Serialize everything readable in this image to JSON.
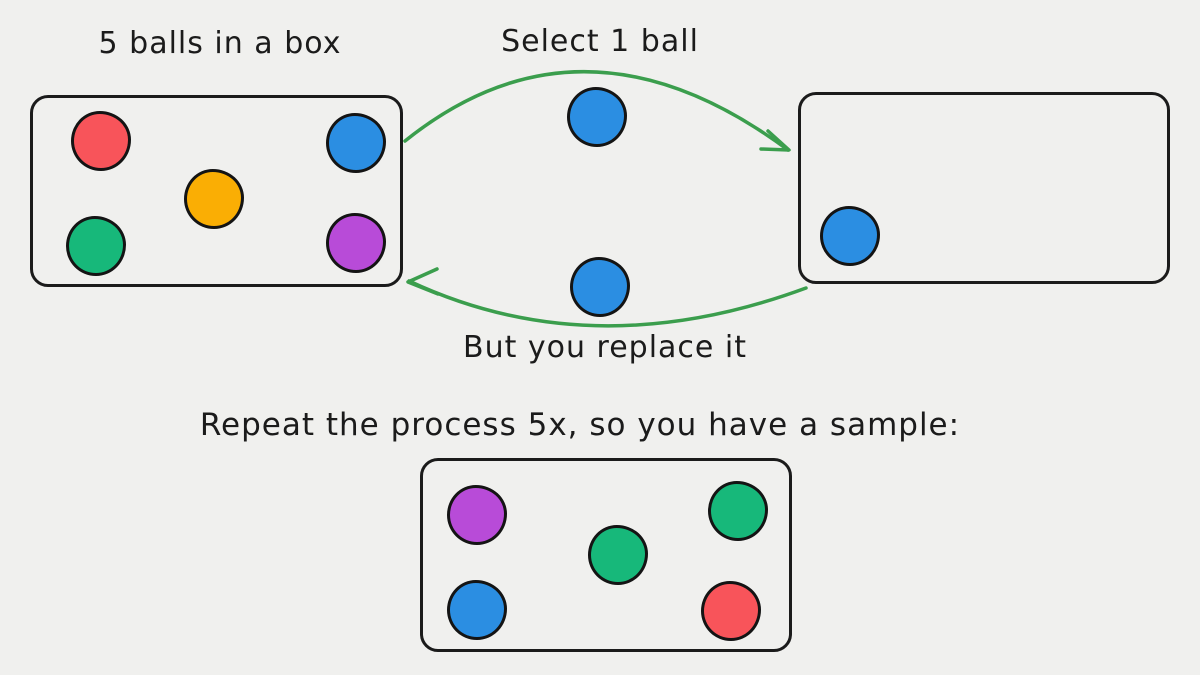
{
  "colors": {
    "background": "#f0f0ee",
    "ink": "#1b1b1b",
    "arrow": "#3b9e4d",
    "red": "#f8545a",
    "blue": "#2b8ee2",
    "green": "#17b87a",
    "orange": "#faae04",
    "purple": "#b84bd8"
  },
  "labels": {
    "source_title": "5 balls in a box",
    "select": "Select 1 ball",
    "replace": "But you replace it",
    "repeat": "Repeat the process 5x, so you have a sample:"
  },
  "source_box": {
    "balls": [
      {
        "color": "red",
        "style": "background:#f8545a"
      },
      {
        "color": "blue",
        "style": "background:#2b8ee2"
      },
      {
        "color": "orange",
        "style": "background:#faae04"
      },
      {
        "color": "green",
        "style": "background:#17b87a"
      },
      {
        "color": "purple",
        "style": "background:#b84bd8"
      }
    ]
  },
  "transfer": {
    "selected_ball": {
      "color": "blue",
      "style": "background:#2b8ee2"
    },
    "returned_ball": {
      "color": "blue",
      "style": "background:#2b8ee2"
    }
  },
  "result_box": {
    "balls": [
      {
        "color": "blue",
        "style": "background:#2b8ee2"
      }
    ]
  },
  "sample_box": {
    "balls": [
      {
        "color": "purple",
        "style": "background:#b84bd8"
      },
      {
        "color": "green",
        "style": "background:#17b87a"
      },
      {
        "color": "green",
        "style": "background:#17b87a"
      },
      {
        "color": "blue",
        "style": "background:#2b8ee2"
      },
      {
        "color": "red",
        "style": "background:#f8545a"
      }
    ]
  }
}
